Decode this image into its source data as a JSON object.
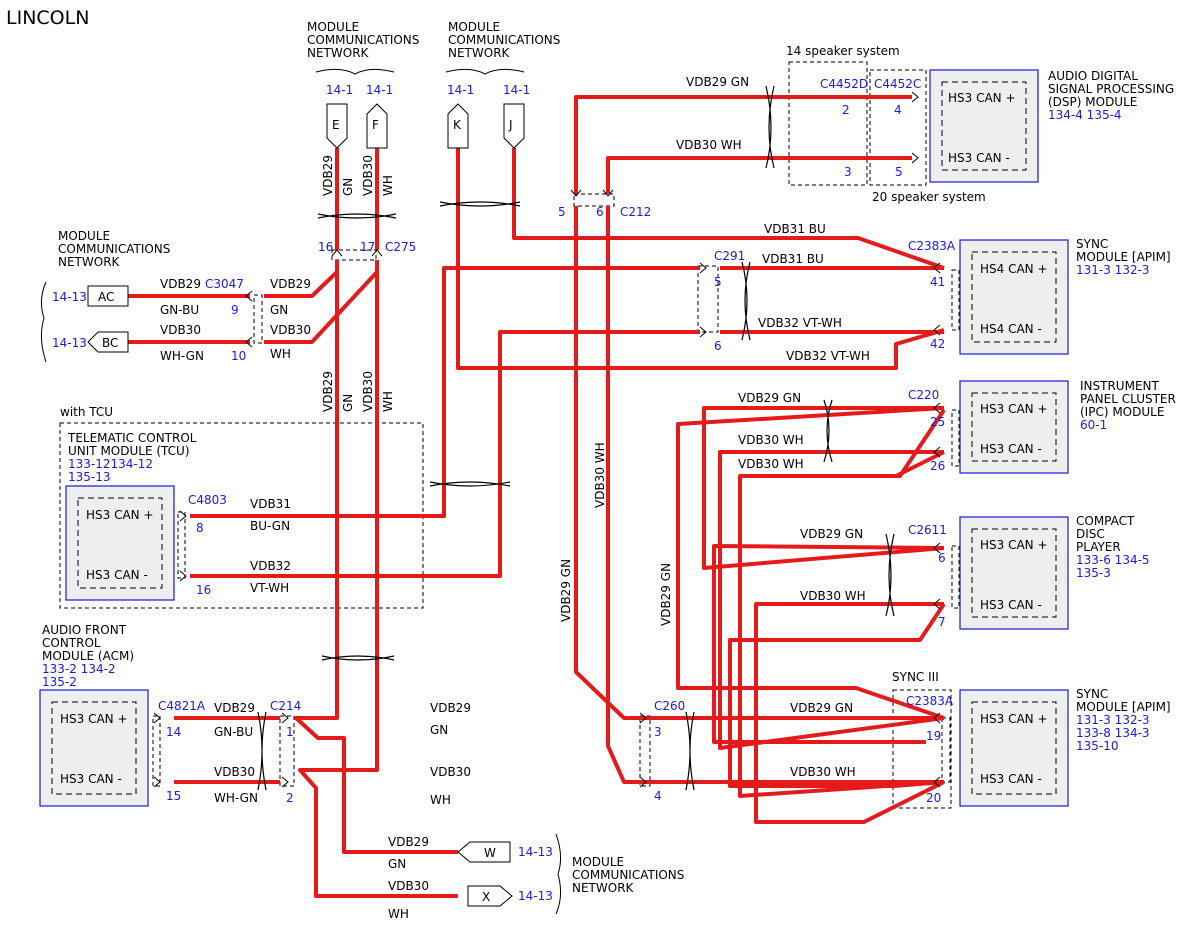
{
  "brand": "LINCOLN",
  "network_label": [
    "MODULE",
    "COMMUNICATIONS",
    "NETWORK"
  ],
  "with_tcu": "with TCU",
  "speaker14": "14 speaker system",
  "speaker20": "20 speaker system",
  "sync3": "SYNC III",
  "modules": {
    "dsp": {
      "name": [
        "AUDIO DIGITAL",
        "SIGNAL PROCESSING",
        "(DSP) MODULE"
      ],
      "ref": "134-4 135-4",
      "pins": [
        "HS3 CAN +",
        "HS3 CAN -"
      ]
    },
    "sync_a": {
      "name": [
        "SYNC",
        "MODULE [APIM]"
      ],
      "ref": "131-3 132-3",
      "pins": [
        "HS4 CAN +",
        "HS4 CAN -"
      ]
    },
    "ipc": {
      "name": [
        "INSTRUMENT",
        "PANEL CLUSTER",
        "(IPC) MODULE"
      ],
      "ref": "60-1",
      "pins": [
        "HS3 CAN +",
        "HS3 CAN -"
      ]
    },
    "cd": {
      "name": [
        "COMPACT",
        "DISC",
        "PLAYER"
      ],
      "ref": [
        "133-6 134-5",
        "135-3"
      ],
      "pins": [
        "HS3 CAN +",
        "HS3 CAN -"
      ]
    },
    "sync_b": {
      "name": [
        "SYNC",
        "MODULE [APIM]"
      ],
      "ref": [
        "131-3 132-3",
        "133-8 134-3",
        "135-10"
      ],
      "pins": [
        "HS3 CAN +",
        "HS3 CAN -"
      ]
    },
    "tcu": {
      "name": [
        "TELEMATIC CONTROL",
        "UNIT MODULE (TCU)"
      ],
      "ref": [
        "133-12134-12",
        "135-13"
      ],
      "pins": [
        "HS3 CAN +",
        "HS3 CAN -"
      ]
    },
    "acm": {
      "name": [
        "AUDIO FRONT",
        "CONTROL",
        "MODULE (ACM)"
      ],
      "ref": [
        "133-2 134-2",
        "135-2"
      ],
      "pins": [
        "HS3 CAN +",
        "HS3 CAN -"
      ]
    }
  },
  "tops": [
    {
      "ref": "14-1",
      "letter": "E"
    },
    {
      "ref": "14-1",
      "letter": "F"
    },
    {
      "ref": "14-1",
      "letter": "K"
    },
    {
      "ref": "14-1",
      "letter": "J"
    }
  ],
  "left_conn": [
    {
      "ref": "14-13",
      "letter": "AC"
    },
    {
      "ref": "14-13",
      "letter": "BC"
    }
  ],
  "bottom_conn": [
    {
      "ref": "14-13",
      "letter": "W"
    },
    {
      "ref": "14-13",
      "letter": "X"
    }
  ],
  "connectors": {
    "c4452d": "C4452D",
    "c4452c": "C4452C",
    "c212": "C212",
    "c275": "C275",
    "c3047": "C3047",
    "c2383a_1": "C2383A",
    "c291": "C291",
    "c220": "C220",
    "c2611": "C2611",
    "c2383a_2": "C2383A",
    "c4803": "C4803",
    "c4821a": "C4821A",
    "c214": "C214",
    "c260": "C260"
  },
  "pins": {
    "p2": "2",
    "p4": "4",
    "p3": "3",
    "p5": "5",
    "p5a": "5",
    "p6a": "6",
    "p16": "16",
    "p17": "17",
    "p9": "9",
    "p10": "10",
    "p41": "41",
    "p42": "42",
    "p5b": "5",
    "p6b": "6",
    "p25": "25",
    "p26": "26",
    "p6c": "6",
    "p7": "7",
    "p19": "19",
    "p20": "20",
    "p8": "8",
    "p16b": "16",
    "p14": "14",
    "p15": "15",
    "p1": "1",
    "p2b": "2",
    "p3b": "3",
    "p4b": "4"
  },
  "circuits": {
    "vdb29": "VDB29",
    "vdb30": "VDB30",
    "vdb31": "VDB31",
    "vdb32": "VDB32",
    "gn": "GN",
    "wh": "WH",
    "bu": "BU",
    "vtwh": "VT-WH",
    "gnbu": "GN-BU",
    "whgn": "WH-GN",
    "bugn": "BU-GN",
    "vdb29gn": "VDB29  GN",
    "vdb30wh": "VDB30  WH",
    "vdb31bu": "VDB31  BU",
    "vdb32vtwh": "VDB32  VT-WH"
  },
  "colors": {
    "wire": "#e51b1b",
    "module_border": "#2a2ad6",
    "ref_text": "#1a1adf",
    "module_fill": "#eeeeee"
  }
}
